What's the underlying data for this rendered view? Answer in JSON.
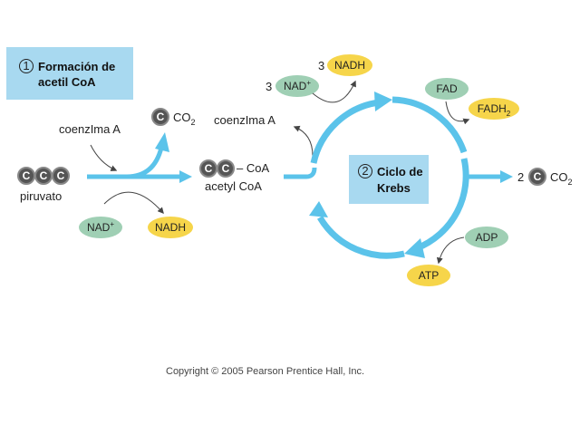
{
  "colors": {
    "arrow_blue": "#5bc3ea",
    "box_blue": "#a8d9f0",
    "green_oval": "#9fcfb4",
    "yellow_oval": "#f6d54a",
    "carbon_gray": "#555555",
    "thin_arrow": "#444444"
  },
  "step1": {
    "number": "1",
    "title_line1": "Formación de",
    "title_line2": "acetil CoA"
  },
  "step2": {
    "number": "2",
    "title_line1": "Ciclo de",
    "title_line2": "Krebs"
  },
  "carbon_letter": "C",
  "pyruvate": {
    "label": "piruvato"
  },
  "coenzyme_a_1": "coenzIma A",
  "coenzyme_a_2": "coenzIma A",
  "co2_1": {
    "label": "CO",
    "sub": "2"
  },
  "acetyl": {
    "coa_suffix": "– CoA",
    "label": "acetyl CoA"
  },
  "nad_1": {
    "label": "NAD",
    "sup": "+"
  },
  "nadh_1": {
    "label": "NADH"
  },
  "nad_3": {
    "count": "3",
    "label": "NAD",
    "sup": "+"
  },
  "nadh_3": {
    "count": "3",
    "label": "NADH"
  },
  "fad": {
    "label": "FAD"
  },
  "fadh2": {
    "label": "FADH",
    "sub": "2"
  },
  "co2_2": {
    "count": "2",
    "label": "CO",
    "sub": "2"
  },
  "adp": {
    "label": "ADP"
  },
  "atp": {
    "label": "ATP"
  },
  "copyright": "Copyright © 2005 Pearson Prentice Hall, Inc."
}
